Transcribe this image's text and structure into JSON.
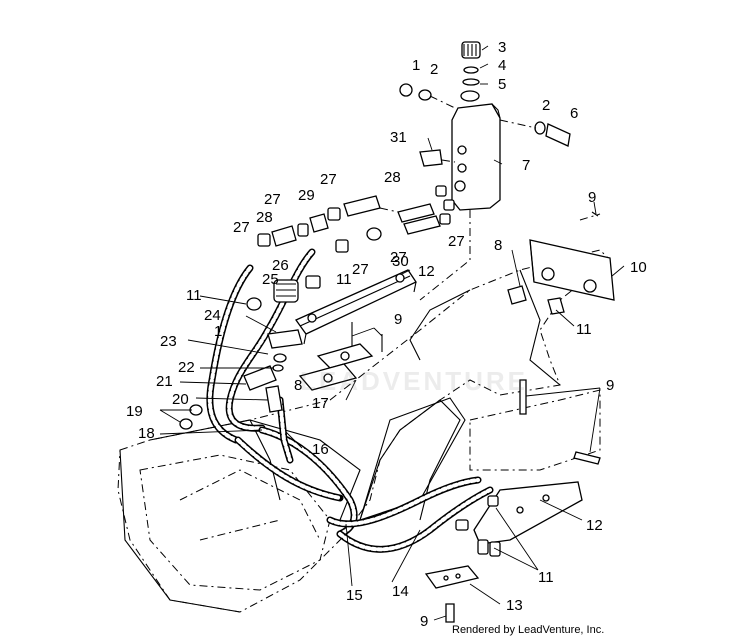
{
  "callouts": [
    {
      "id": "c1a",
      "text": "1"
    },
    {
      "id": "c2a",
      "text": "2"
    },
    {
      "id": "c3",
      "text": "3"
    },
    {
      "id": "c4",
      "text": "4"
    },
    {
      "id": "c5",
      "text": "5"
    },
    {
      "id": "c2b",
      "text": "2"
    },
    {
      "id": "c6",
      "text": "6"
    },
    {
      "id": "c31",
      "text": "31"
    },
    {
      "id": "c7",
      "text": "7"
    },
    {
      "id": "c27a",
      "text": "27"
    },
    {
      "id": "c28a",
      "text": "28"
    },
    {
      "id": "c29",
      "text": "29"
    },
    {
      "id": "c27b",
      "text": "27"
    },
    {
      "id": "c27c",
      "text": "27"
    },
    {
      "id": "c28b",
      "text": "28"
    },
    {
      "id": "c27d",
      "text": "27"
    },
    {
      "id": "c27e",
      "text": "27"
    },
    {
      "id": "c27f",
      "text": "27"
    },
    {
      "id": "c9a",
      "text": "9"
    },
    {
      "id": "c8a",
      "text": "8"
    },
    {
      "id": "c10",
      "text": "10"
    },
    {
      "id": "c11a",
      "text": "11"
    },
    {
      "id": "c26",
      "text": "26"
    },
    {
      "id": "c25",
      "text": "25"
    },
    {
      "id": "c11b",
      "text": "11"
    },
    {
      "id": "c30",
      "text": "30"
    },
    {
      "id": "c12a",
      "text": "12"
    },
    {
      "id": "c11c",
      "text": "11"
    },
    {
      "id": "c24",
      "text": "24"
    },
    {
      "id": "c9b",
      "text": "9"
    },
    {
      "id": "c1b",
      "text": "1"
    },
    {
      "id": "c23",
      "text": "23"
    },
    {
      "id": "c22",
      "text": "22"
    },
    {
      "id": "c21",
      "text": "21"
    },
    {
      "id": "c8b",
      "text": "8"
    },
    {
      "id": "c20",
      "text": "20"
    },
    {
      "id": "c17",
      "text": "17"
    },
    {
      "id": "c9c",
      "text": "9"
    },
    {
      "id": "c19",
      "text": "19"
    },
    {
      "id": "c18",
      "text": "18"
    },
    {
      "id": "c16",
      "text": "16"
    },
    {
      "id": "c12b",
      "text": "12"
    },
    {
      "id": "c11d",
      "text": "11"
    },
    {
      "id": "c14",
      "text": "14"
    },
    {
      "id": "c15",
      "text": "15"
    },
    {
      "id": "c13",
      "text": "13"
    },
    {
      "id": "c9d",
      "text": "9"
    }
  ],
  "watermark": "LEADVENTURE",
  "credit": "Rendered by LeadVenture, Inc."
}
